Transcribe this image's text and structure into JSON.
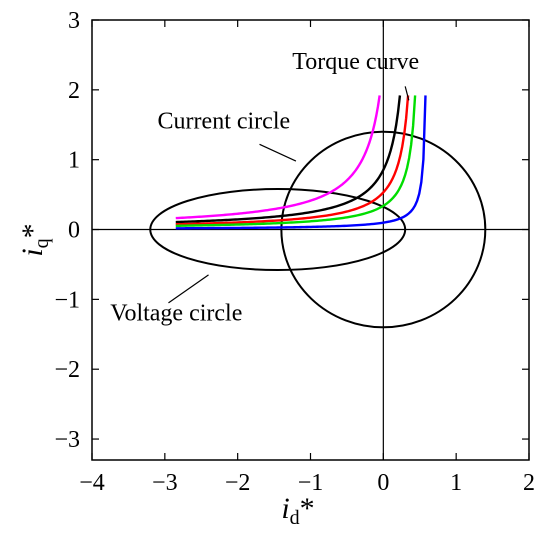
{
  "chart_data": {
    "type": "line",
    "xlabel": {
      "base": "i",
      "sub": "d",
      "suffix": "*"
    },
    "ylabel": {
      "base": "i",
      "sub": "q",
      "suffix": "*"
    },
    "xlim": [
      -4,
      2
    ],
    "ylim": [
      -3.3,
      3
    ],
    "xticks": [
      -4,
      -3,
      -2,
      -1,
      0,
      1,
      2
    ],
    "yticks": [
      -3,
      -2,
      -1,
      0,
      1,
      2,
      3
    ],
    "grid": false,
    "current_circle": {
      "center": [
        0,
        0
      ],
      "radius": 1.4
    },
    "voltage_circle": {
      "center": [
        -1.45,
        0
      ],
      "rx": 1.75,
      "ry": 0.58
    },
    "torque_curves": [
      {
        "color": "#ff00ff",
        "torque": 0.5,
        "x_asymptote": 0.18
      },
      {
        "color": "#000000",
        "torque": 0.35,
        "x_asymptote": 0.38
      },
      {
        "color": "#ff0000",
        "torque": 0.25,
        "x_asymptote": 0.44
      },
      {
        "color": "#00dd00",
        "torque": 0.18,
        "x_asymptote": 0.5
      },
      {
        "color": "#0000ff",
        "torque": 0.06,
        "x_asymptote": 0.58
      }
    ],
    "torque_x_start": -2.85,
    "torque_y_max": 1.92,
    "annotations": [
      {
        "text": "Torque curve",
        "x": -1.25,
        "y": 2.3,
        "target": [
          0.35,
          1.85
        ],
        "anchor": "start"
      },
      {
        "text": "Current circle",
        "x": -3.1,
        "y": 1.45,
        "target": [
          -1.2,
          0.98
        ],
        "anchor": "start"
      },
      {
        "text": "Voltage circle",
        "x": -3.75,
        "y": -1.3,
        "target": [
          -2.4,
          -0.65
        ],
        "anchor": "start"
      }
    ]
  }
}
